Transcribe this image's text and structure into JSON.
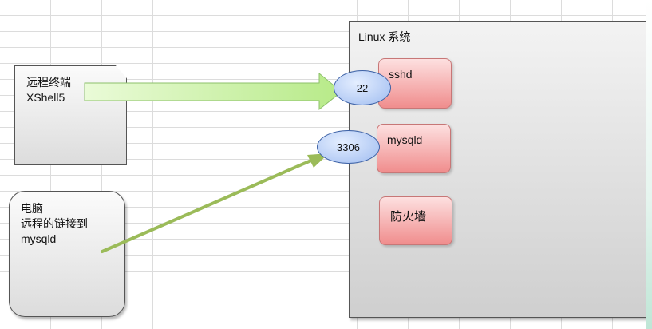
{
  "linux": {
    "title": "Linux 系统"
  },
  "client_xshell": {
    "line1": "远程终端",
    "line2": "XShell5"
  },
  "client_pc": {
    "line1": "电脑",
    "line2": "远程的链接到",
    "line3": "mysqld"
  },
  "services": {
    "sshd": "sshd",
    "mysqld": "mysqld",
    "firewall": "防火墙"
  },
  "ports": {
    "ssh": "22",
    "mysql": "3306"
  },
  "colors": {
    "service_fill": "#f4a9a9",
    "port_fill": "#b4cbf4",
    "ssh_arrow": "#ccf2a8",
    "mysql_arrow": "#9bbb59"
  }
}
